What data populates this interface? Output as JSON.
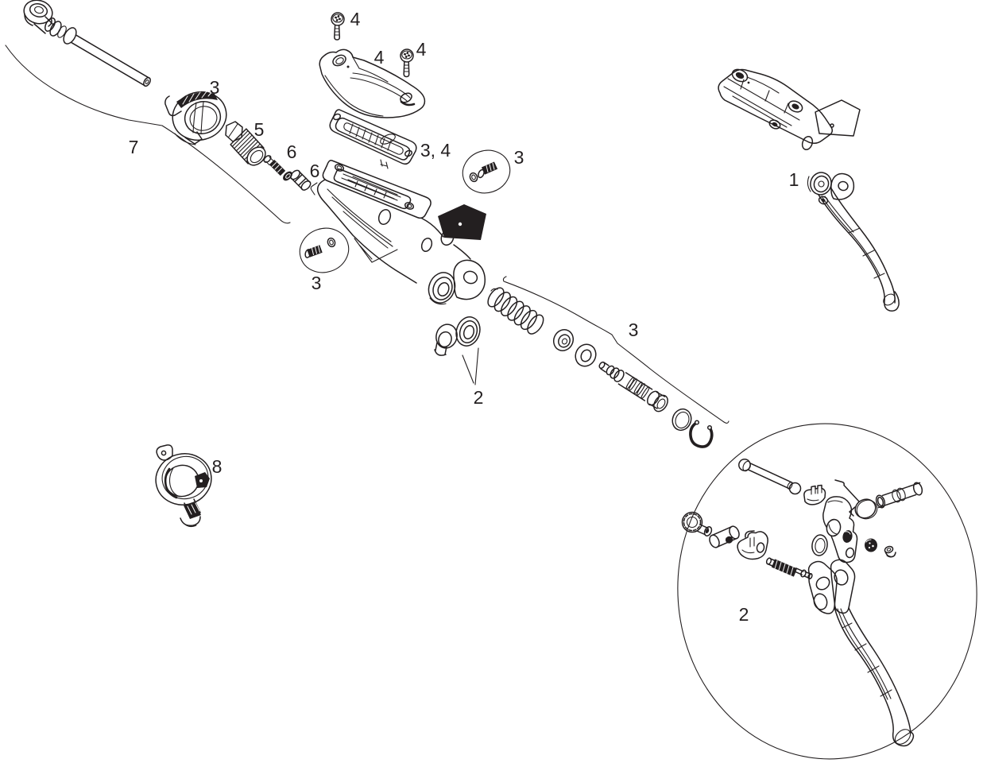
{
  "figure": {
    "type": "exploded-parts-diagram",
    "subject": "hydraulic-brake-lever",
    "colors": {
      "line": "#231f20",
      "background": "#ffffff"
    }
  },
  "labels": [
    {
      "part": "cover-screw-left",
      "text": "4"
    },
    {
      "part": "reservoir-cover",
      "text": "4"
    },
    {
      "part": "cover-screw-right",
      "text": "4"
    },
    {
      "part": "hose-clamp-cover",
      "text": "3"
    },
    {
      "part": "barrel-adjuster",
      "text": "5"
    },
    {
      "part": "adjuster-screw",
      "text": "6"
    },
    {
      "part": "adjuster-bushing",
      "text": "6"
    },
    {
      "part": "reservoir-bladder",
      "text": "3, 4"
    },
    {
      "part": "bleed-screw-kit-upper",
      "text": "3"
    },
    {
      "part": "bleed-screw-kit-lower",
      "text": "3"
    },
    {
      "part": "bushing-washer-pair",
      "text": "2"
    },
    {
      "part": "piston-kit",
      "text": "3"
    },
    {
      "part": "hydraulic-hose",
      "text": "7"
    },
    {
      "part": "complete-lever-assembly",
      "text": "1"
    },
    {
      "part": "handlebar-clamp",
      "text": "8"
    },
    {
      "part": "lever-blade-kit",
      "text": "2"
    }
  ]
}
